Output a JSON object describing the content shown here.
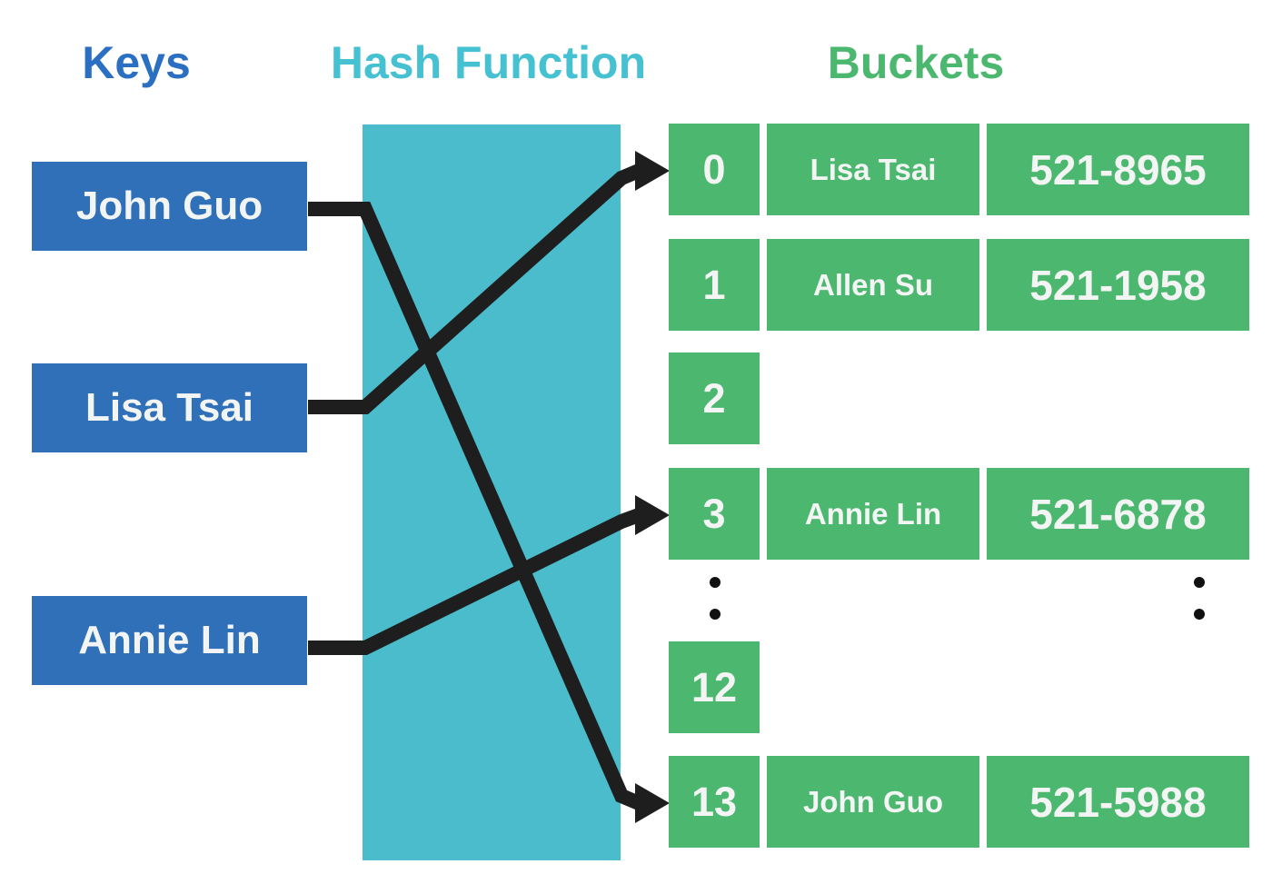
{
  "titles": {
    "keys": "Keys",
    "hash_function": "Hash Function",
    "buckets": "Buckets"
  },
  "keys": [
    {
      "label": "John Guo"
    },
    {
      "label": "Lisa Tsai"
    },
    {
      "label": "Annie Lin"
    }
  ],
  "buckets": [
    {
      "index": "0",
      "name": "Lisa Tsai",
      "phone": "521-8965"
    },
    {
      "index": "1",
      "name": "Allen Su",
      "phone": "521-1958"
    },
    {
      "index": "2",
      "name": "",
      "phone": ""
    },
    {
      "index": "3",
      "name": "Annie Lin",
      "phone": "521-6878"
    },
    {
      "index": "12",
      "name": "",
      "phone": ""
    },
    {
      "index": "13",
      "name": "John Guo",
      "phone": "521-5988"
    }
  ],
  "mappings": [
    {
      "from": "John Guo",
      "to_bucket": "13"
    },
    {
      "from": "Lisa Tsai",
      "to_bucket": "0"
    },
    {
      "from": "Annie Lin",
      "to_bucket": "3"
    }
  ],
  "colors": {
    "key_box_blue": "#2f70b8",
    "keys_title_blue": "#2b6fc2",
    "hash_cyan": "#4abccb",
    "hash_title_cyan": "#46c1d2",
    "bucket_green": "#4cb86f",
    "arrow_black": "#1e1e1e",
    "box_text_white": "#f3f5f4"
  }
}
